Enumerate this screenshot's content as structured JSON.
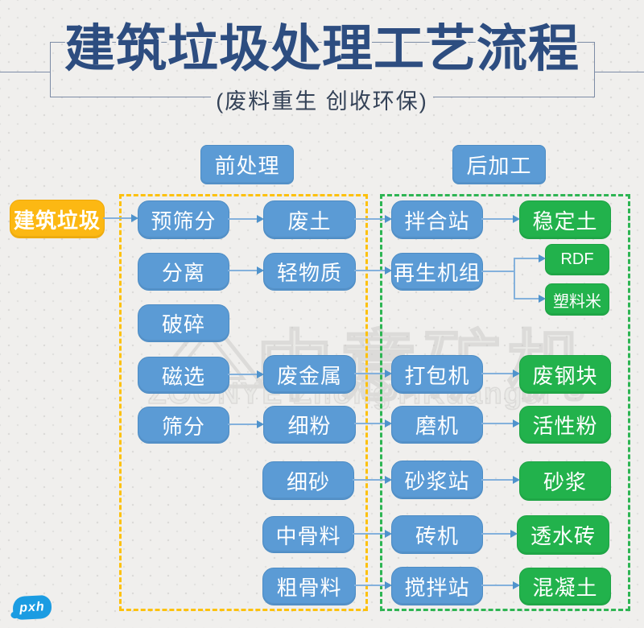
{
  "title": "建筑垃圾处理工艺流程",
  "subtitle": "(废料重生 创收环保)",
  "headers": {
    "pre": "前处理",
    "post": "后加工"
  },
  "nodes": {
    "source": "建筑垃圾",
    "pre_screen": "预筛分",
    "waste_soil": "废土",
    "mixing_station": "拌合站",
    "stabilized_soil": "稳定土",
    "separation": "分离",
    "light_material": "轻物质",
    "regen_unit": "再生机组",
    "rdf": "RDF",
    "plastic_rice": "塑料米",
    "crushing": "破碎",
    "magnetic": "磁选",
    "scrap_metal": "废金属",
    "baler": "打包机",
    "scrap_steel": "废钢块",
    "screening": "筛分",
    "fine_powder": "细粉",
    "mill": "磨机",
    "active_powder": "活性粉",
    "fine_sand": "细砂",
    "mortar_station": "砂浆站",
    "mortar": "砂浆",
    "mid_aggregate": "中骨料",
    "brick_machine": "砖机",
    "permeable_brick": "透水砖",
    "coarse_aggregate": "粗骨料",
    "mixing_plant": "搅拌站",
    "concrete": "混凝土"
  },
  "watermark": {
    "cn": "中意矿机",
    "en": "ZOONYE ZhongYiKuangJi"
  },
  "logo": {
    "label": "pxh"
  },
  "colors": {
    "title": "#2d4d80",
    "process_box": "#5b9bd5",
    "product_box": "#22b24c",
    "source_box": "#fcb813",
    "pre_region_dash": "#fdc10d",
    "post_region_dash": "#2eb553",
    "arrow": "#84b1dc",
    "background": "#f0efed"
  }
}
